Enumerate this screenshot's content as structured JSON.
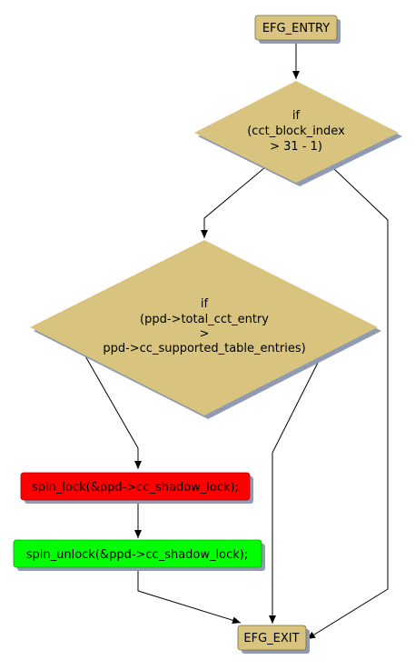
{
  "colors": {
    "terminal_fill": "#d8c47e",
    "decision_fill": "#d8c47e",
    "error_fill": "#ff0000",
    "ok_fill": "#00ff00",
    "shadow": "#8e9bb2",
    "edge": "#000000"
  },
  "nodes": {
    "entry": {
      "label": "EFG_ENTRY"
    },
    "decision1": {
      "lines": [
        "if",
        "(cct_block_index",
        "> 31 - 1)"
      ]
    },
    "decision2": {
      "lines": [
        "if",
        "(ppd->total_cct_entry",
        ">",
        "ppd->cc_supported_table_entries)"
      ]
    },
    "lock": {
      "label": "spin_lock(&ppd->cc_shadow_lock);"
    },
    "unlock": {
      "label": "spin_unlock(&ppd->cc_shadow_lock);"
    },
    "exit": {
      "label": "EFG_EXIT"
    }
  }
}
